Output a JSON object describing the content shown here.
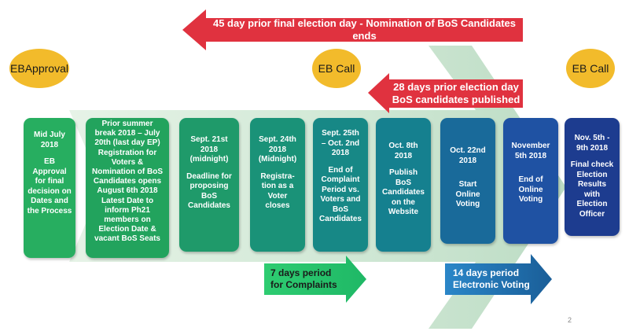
{
  "top_banner": "45 day prior final election day - Nomination of BoS Candidates ends",
  "mid_banner": {
    "line1": "28 days prior election day",
    "line2": "BoS candidates published"
  },
  "milestones": {
    "eb_approval": "EBApproval",
    "eb_call_1": "EB Call",
    "eb_call_2": "EB Call"
  },
  "cards": [
    {
      "lines": [
        "Mid July",
        "2018",
        "",
        "EB",
        "Approval",
        "for final",
        "decision on",
        "Dates and",
        "the Process"
      ],
      "color": "#27ae60"
    },
    {
      "lines": [
        "Prior summer",
        "break 2018 – July",
        "20th (last day EP)",
        "Registration for",
        "Voters &",
        "Nomination of BoS",
        "Candidates opens",
        "August 6th 2018",
        "Latest Date to",
        "inform Ph21",
        "members on",
        "Election Date  &",
        "vacant BoS Seats"
      ],
      "color": "#22a35d"
    },
    {
      "lines": [
        "Sept. 21st",
        "2018",
        "(midnight)",
        "",
        "Deadline for",
        "proposing",
        "BoS",
        "Candidates"
      ],
      "color": "#1f9a6a"
    },
    {
      "lines": [
        "Sept. 24th",
        "2018",
        "(Midnight)",
        "",
        "Registra-",
        "tion as a",
        "Voter",
        "closes"
      ],
      "color": "#1a9278"
    },
    {
      "lines": [
        "Sept. 25th",
        "– Oct. 2nd",
        "2018",
        "",
        "End of",
        "Complaint",
        "Period vs.",
        "Voters and",
        "BoS",
        "Candidates"
      ],
      "color": "#178886"
    },
    {
      "lines": [
        "Oct. 8th",
        "2018",
        "",
        "Publish",
        "BoS",
        "Candidates",
        "on the",
        "Website"
      ],
      "color": "#15808f"
    },
    {
      "lines": [
        "Oct. 22nd",
        "2018",
        "",
        "",
        "Start",
        "Online",
        "Voting"
      ],
      "color": "#196a9a"
    },
    {
      "lines": [
        "November",
        "5th 2018",
        "",
        "",
        "End of",
        "Online",
        "Voting"
      ],
      "color": "#1f52a3"
    },
    {
      "lines": [
        "Nov. 5th -",
        "9th 2018",
        "",
        "Final check",
        "Election",
        "Results",
        "with",
        "Election",
        "Officer"
      ],
      "color": "#1d3c8f"
    }
  ],
  "periods": {
    "complaints": {
      "line1": "7 days period",
      "line2": "for Complaints"
    },
    "voting": {
      "line1": "14 days period",
      "line2": "Electronic Voting"
    }
  },
  "page_number": "2",
  "colors": {
    "red_banner": "#e0323f",
    "milestone_circle": "#f2bb2b",
    "big_arrow": "#cfe8d2",
    "complaints_arrow": "#2ecc71",
    "voting_arrow": "#1a6aa6"
  }
}
